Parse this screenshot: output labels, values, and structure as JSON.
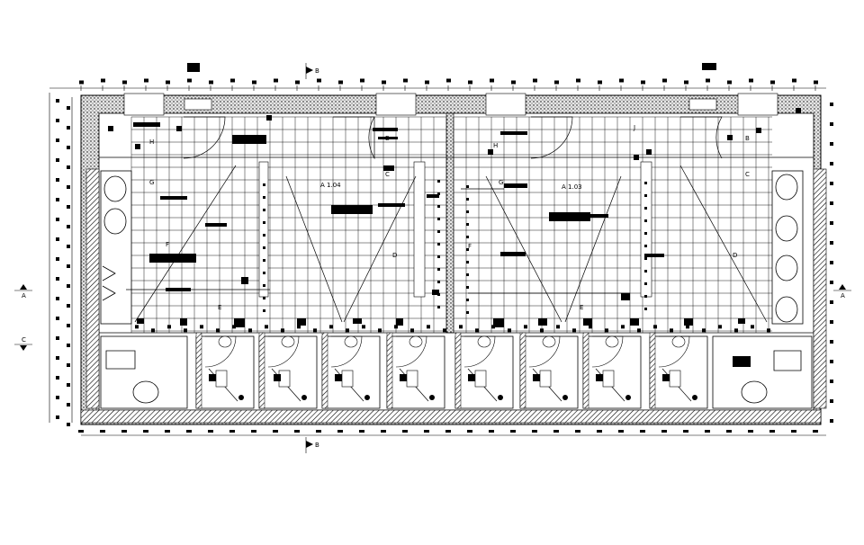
{
  "labels": {
    "section_b": "B",
    "section_a": "A",
    "section_c": "C",
    "room_left": "A 1.04",
    "room_right": "A 1.03",
    "marker_b": "B",
    "marker_c": "C",
    "marker_d": "D",
    "marker_e": "E",
    "marker_f": "F",
    "marker_g": "G",
    "marker_h": "H",
    "marker_j": "J"
  },
  "colors": {
    "line": "#000000",
    "wall_fill": "#cfcfcf",
    "background": "#ffffff"
  }
}
